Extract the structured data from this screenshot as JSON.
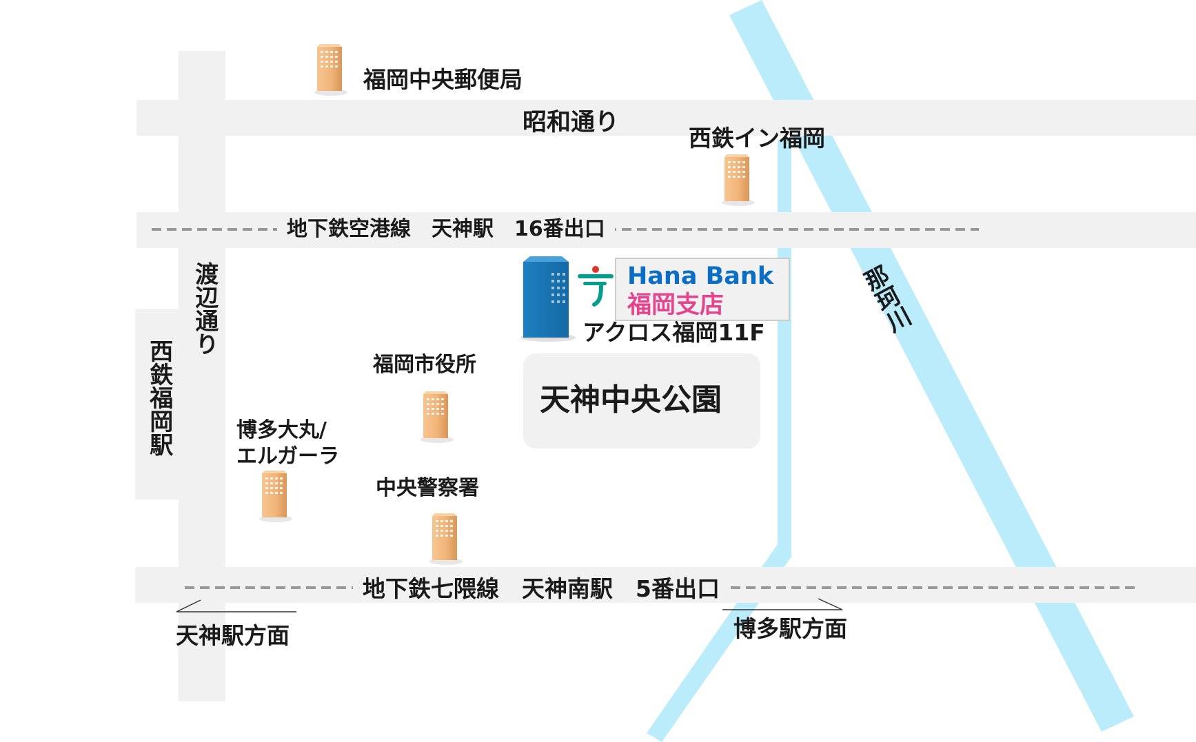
{
  "streets": {
    "showa": "昭和通り",
    "watanabe": "渡辺通り"
  },
  "subway": {
    "kuko": "地下鉄空港線　天神駅　16番出口",
    "nanakuma": "地下鉄七隈線　天神南駅　5番出口"
  },
  "stations": {
    "nishitetsu_fukuoka": "西鉄福岡駅"
  },
  "river": "那珂川",
  "landmarks": {
    "post_office": "福岡中央郵便局",
    "nishitetsu_inn": "西鉄イン福岡",
    "city_hall": "福岡市役所",
    "daimaru_line1": "博多大丸/",
    "daimaru_line2": "エルガーラ",
    "police": "中央警察署",
    "park": "天神中央公園"
  },
  "bank": {
    "name_en": "Hana Bank",
    "name_jp": "福岡支店",
    "building": "アクロス福岡11F"
  },
  "directions": {
    "tenjin": "天神駅方面",
    "hakata": "博多駅方面"
  },
  "colors": {
    "road": "#f1f1f1",
    "river": "#bbecfb",
    "building": "#f2b57a",
    "bank_building": "#1d7fc0",
    "hana_green": "#069d8e",
    "hana_red": "#e0312d",
    "dash": "#999999",
    "hana_en_text": "#0a6fc4",
    "hana_jp_text": "#e6428d"
  },
  "icons": [
    "building-icon",
    "hana-logo-icon",
    "bank-building-icon"
  ]
}
